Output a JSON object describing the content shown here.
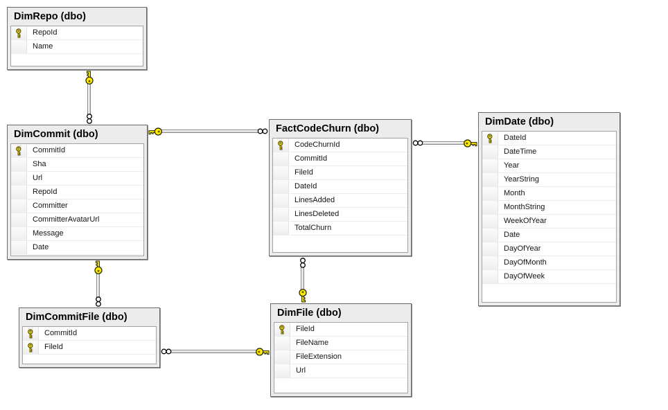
{
  "diagram": {
    "type": "database-er-diagram",
    "colors": {
      "key_yellow": "#ffec00",
      "table_frame": "#ececec",
      "frame_border": "#6a6a6a",
      "grid_background": "#ffffff",
      "canvas_background": "#ffffff"
    },
    "tables": [
      {
        "id": "dimrepo",
        "title": "DimRepo (dbo)",
        "columns": [
          {
            "name": "RepoId",
            "pk": true
          },
          {
            "name": "Name",
            "pk": false
          }
        ]
      },
      {
        "id": "dimcommit",
        "title": "DimCommit (dbo)",
        "columns": [
          {
            "name": "CommitId",
            "pk": true
          },
          {
            "name": "Sha",
            "pk": false
          },
          {
            "name": "Url",
            "pk": false
          },
          {
            "name": "RepoId",
            "pk": false
          },
          {
            "name": "Committer",
            "pk": false
          },
          {
            "name": "CommitterAvatarUrl",
            "pk": false
          },
          {
            "name": "Message",
            "pk": false
          },
          {
            "name": "Date",
            "pk": false
          }
        ]
      },
      {
        "id": "factcodechurn",
        "title": "FactCodeChurn (dbo)",
        "columns": [
          {
            "name": "CodeChurnId",
            "pk": true
          },
          {
            "name": "CommitId",
            "pk": false
          },
          {
            "name": "FileId",
            "pk": false
          },
          {
            "name": "DateId",
            "pk": false
          },
          {
            "name": "LinesAdded",
            "pk": false
          },
          {
            "name": "LinesDeleted",
            "pk": false
          },
          {
            "name": "TotalChurn",
            "pk": false
          }
        ]
      },
      {
        "id": "dimdate",
        "title": "DimDate (dbo)",
        "columns": [
          {
            "name": "DateId",
            "pk": true
          },
          {
            "name": "DateTime",
            "pk": false
          },
          {
            "name": "Year",
            "pk": false
          },
          {
            "name": "YearString",
            "pk": false
          },
          {
            "name": "Month",
            "pk": false
          },
          {
            "name": "MonthString",
            "pk": false
          },
          {
            "name": "WeekOfYear",
            "pk": false
          },
          {
            "name": "Date",
            "pk": false
          },
          {
            "name": "DayOfYear",
            "pk": false
          },
          {
            "name": "DayOfMonth",
            "pk": false
          },
          {
            "name": "DayOfWeek",
            "pk": false
          }
        ]
      },
      {
        "id": "dimcommitfile",
        "title": "DimCommitFile (dbo)",
        "columns": [
          {
            "name": "CommitId",
            "pk": true
          },
          {
            "name": "FileId",
            "pk": true
          }
        ]
      },
      {
        "id": "dimfile",
        "title": "DimFile (dbo)",
        "columns": [
          {
            "name": "FileId",
            "pk": true
          },
          {
            "name": "FileName",
            "pk": false
          },
          {
            "name": "FileExtension",
            "pk": false
          },
          {
            "name": "Url",
            "pk": false
          }
        ]
      }
    ],
    "relations": [
      {
        "one": "DimRepo",
        "many": "DimCommit"
      },
      {
        "one": "DimCommit",
        "many": "FactCodeChurn"
      },
      {
        "one": "DimDate",
        "many": "FactCodeChurn"
      },
      {
        "one": "DimCommit",
        "many": "DimCommitFile"
      },
      {
        "one": "DimFile",
        "many": "DimCommitFile"
      },
      {
        "one": "DimFile",
        "many": "FactCodeChurn"
      }
    ],
    "icons": {
      "primary_key": "key-icon",
      "one_end": "key-end-icon",
      "many_end": "infinity-icon"
    }
  }
}
